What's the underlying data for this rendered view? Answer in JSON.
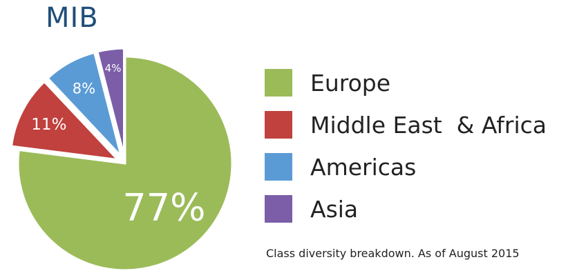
{
  "title": "MIB",
  "caption": "Class diversity breakdown. As of August 2015",
  "chart_data": {
    "type": "pie",
    "title": "MIB",
    "legend_position": "right",
    "slices": [
      {
        "name": "Europe",
        "value": 77,
        "label": "77%",
        "color": "#9bbb59",
        "exploded": false
      },
      {
        "name": "Middle East  & Africa",
        "value": 11,
        "label": "11%",
        "color": "#c0413d",
        "exploded": true
      },
      {
        "name": "Americas",
        "value": 8,
        "label": "8%",
        "color": "#5b9bd5",
        "exploded": true
      },
      {
        "name": "Asia",
        "value": 4,
        "label": "4%",
        "color": "#7b5ea7",
        "exploded": true
      }
    ]
  }
}
